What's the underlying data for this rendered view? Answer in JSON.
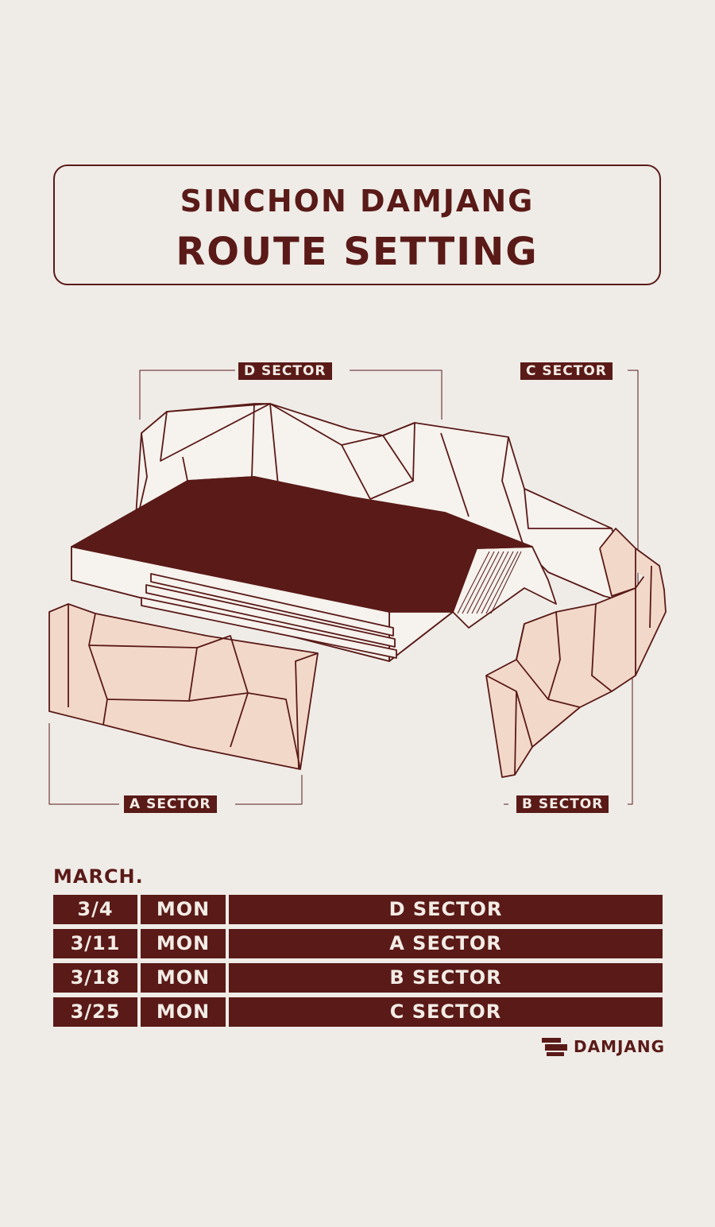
{
  "title": {
    "line1": "SINCHON DAMJANG",
    "line2": "ROUTE SETTING"
  },
  "sectors": {
    "d": "D SECTOR",
    "c": "C SECTOR",
    "a": "A SECTOR",
    "b": "B SECTOR"
  },
  "month": "MARCH.",
  "schedule": [
    {
      "date": "3/4",
      "day": "MON",
      "sector": "D SECTOR"
    },
    {
      "date": "3/11",
      "day": "MON",
      "sector": "A SECTOR"
    },
    {
      "date": "3/18",
      "day": "MON",
      "sector": "B SECTOR"
    },
    {
      "date": "3/25",
      "day": "MON",
      "sector": "C SECTOR"
    }
  ],
  "logo": {
    "text": "DAMJANG",
    "icon": "damjang-logo-icon"
  },
  "colors": {
    "background": "#efece8",
    "brand": "#5a1a17",
    "wall_fill": "#f2d8c8",
    "label_text": "#f3ece6"
  }
}
